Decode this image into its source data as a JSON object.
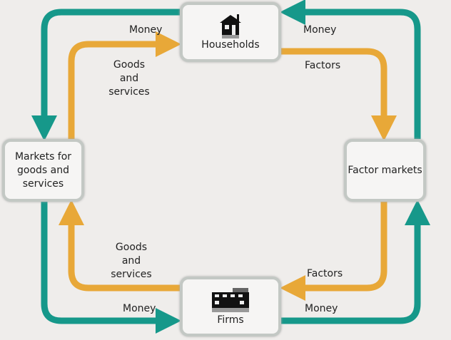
{
  "colors": {
    "money": "#16988a",
    "goods": "#e8a838",
    "background": "#efedeb"
  },
  "nodes": {
    "households": {
      "label": "Households",
      "icon": "house-icon"
    },
    "firms": {
      "label": "Firms",
      "icon": "factory-icon"
    },
    "goods_markets": {
      "label": "Markets for goods and services"
    },
    "factor_markets": {
      "label": "Factor markets"
    }
  },
  "flows": {
    "money_top_left": "Money",
    "money_top_right": "Money",
    "money_bottom_left": "Money",
    "money_bottom_right": "Money",
    "goods_top": "Goods and services",
    "goods_bottom": "Goods and services",
    "factors_top": "Factors",
    "factors_bottom": "Factors"
  }
}
